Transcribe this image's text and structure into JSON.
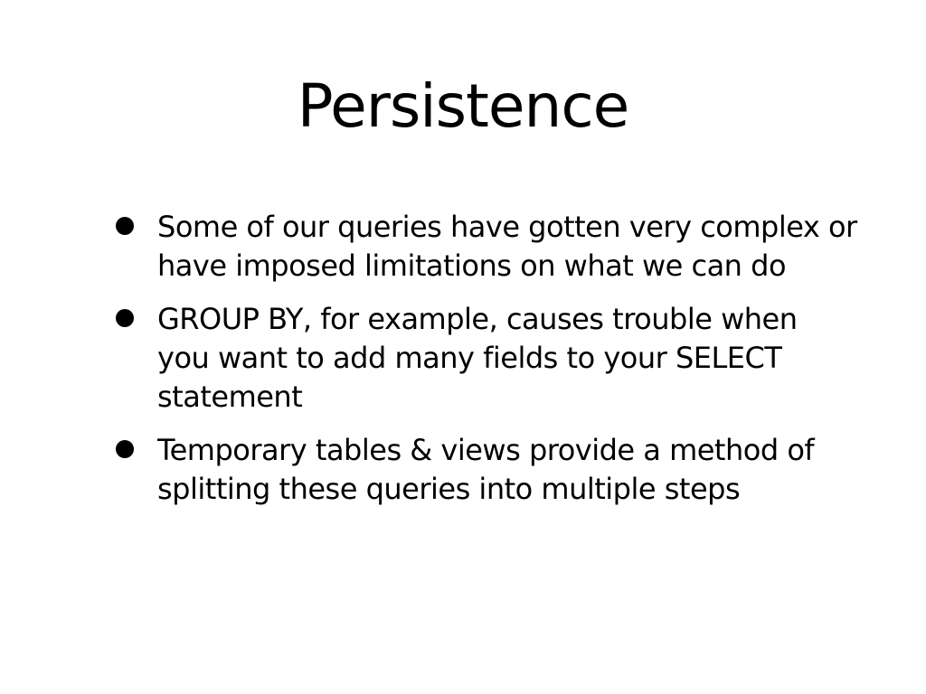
{
  "slide": {
    "title": "Persistence",
    "bullets": [
      {
        "text": "Some of our queries have gotten very complex or have imposed limitations on what we can do"
      },
      {
        "text": "GROUP BY, for example, causes trouble when you want to add many fields to your SELECT statement"
      },
      {
        "text": "Temporary tables & views provide a method of splitting these queries into multiple steps"
      }
    ],
    "background_color": "#ffffff",
    "text_color": "#000000"
  }
}
